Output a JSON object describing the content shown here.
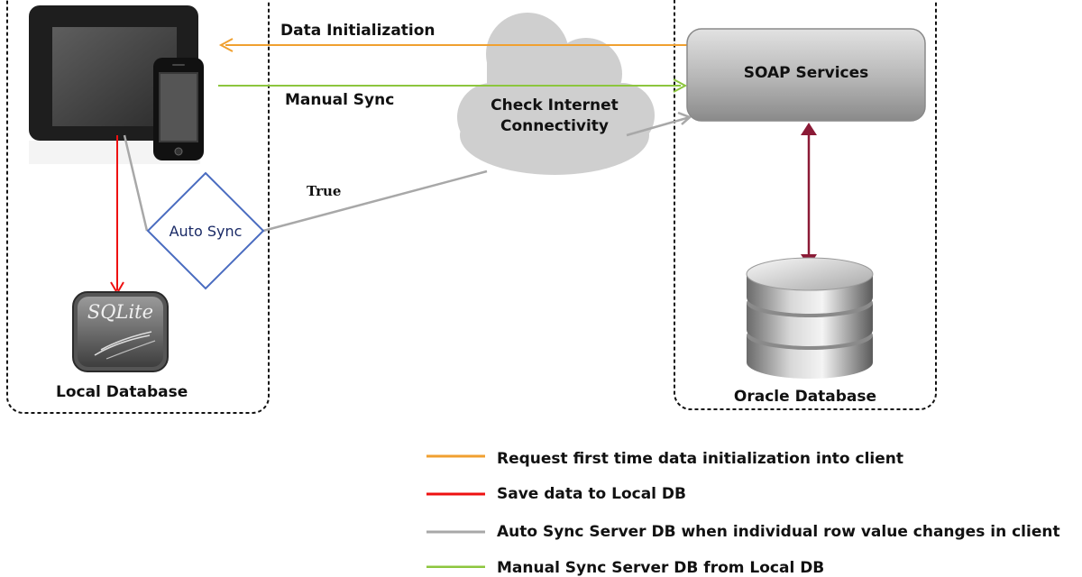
{
  "diagram": {
    "labels": {
      "data_initialization": "Data Initialization",
      "manual_sync": "Manual Sync",
      "true_label": "True",
      "check_internet_line1": "Check Internet",
      "check_internet_line2": "Connectivity",
      "soap_services": "SOAP Services",
      "auto_sync": "Auto Sync",
      "local_database": "Local Database",
      "oracle_database": "Oracle Database",
      "sqlite_logo": "SQLite"
    },
    "icons": [
      "tablet-icon",
      "phone-icon",
      "sqlite-icon",
      "database-cylinder-icon",
      "cloud-icon"
    ],
    "colors": {
      "orange": "#f0a030",
      "red": "#ee1111",
      "gray": "#a8a8a8",
      "green": "#8cc63e",
      "maroon": "#8b1a36",
      "diamond_border": "#4a6cc0"
    }
  },
  "legend": {
    "items": [
      {
        "color": "#f0a030",
        "text": "Request first time data initialization into client"
      },
      {
        "color": "#ee1111",
        "text": "Save data to Local DB"
      },
      {
        "color": "#a8a8a8",
        "text": "Auto Sync Server DB when individual row value changes in client"
      },
      {
        "color": "#8cc63e",
        "text": "Manual Sync Server DB from Local DB"
      }
    ]
  }
}
